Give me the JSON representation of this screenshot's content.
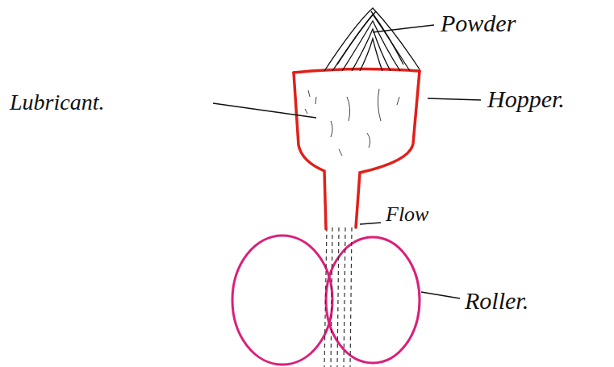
{
  "diagram": {
    "labels": [
      "Powder",
      "Lubricant.",
      "Hopper.",
      "Flow",
      "Roller."
    ]
  }
}
